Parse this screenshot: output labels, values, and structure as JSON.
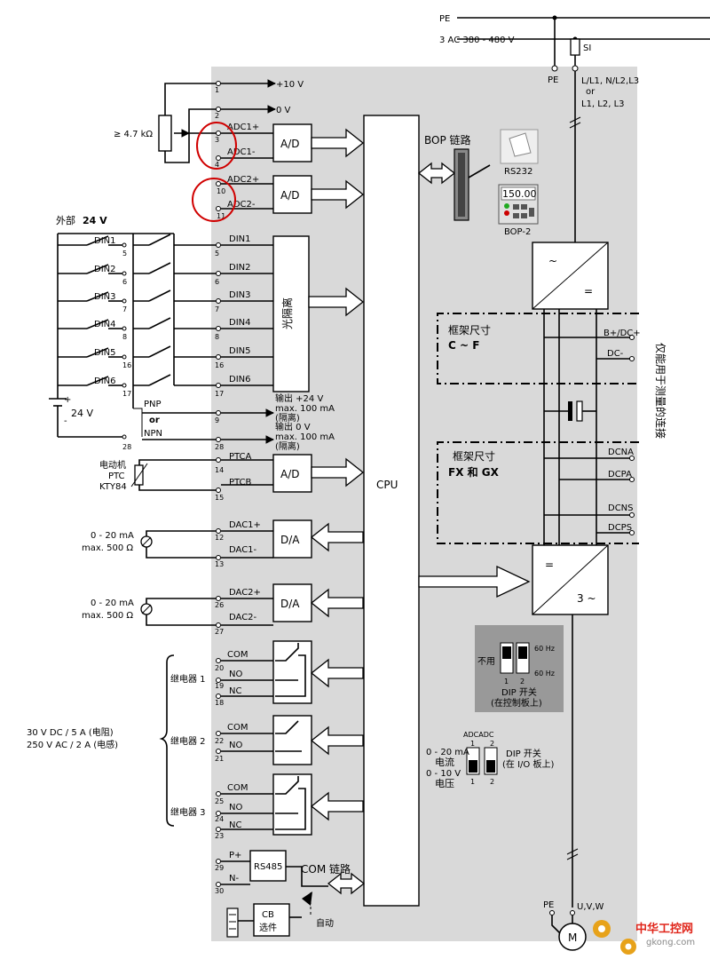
{
  "mains": {
    "pe": "PE",
    "supply": "3 AC 380 - 480 V",
    "fuse": "SI",
    "pe_terminal": "PE",
    "l1": "L/L1, N/L2,L3",
    "l2": "or",
    "l3": "L1, L2, L3"
  },
  "potentiometer": {
    "label": "≥ 4.7 kΩ"
  },
  "terminals": {
    "p10v": "+10 V",
    "zero_v": "0 V",
    "t1": "1",
    "t2": "2",
    "t3": "3",
    "t4": "4",
    "t10": "10",
    "t11": "11",
    "t5": "5",
    "t6": "6",
    "t7": "7",
    "t8": "8",
    "t16": "16",
    "t17": "17",
    "t9": "9",
    "t28": "28",
    "t14": "14",
    "t15": "15",
    "t12": "12",
    "t13": "13",
    "t26": "26",
    "t27": "27",
    "t20": "20",
    "t19": "19",
    "t18": "18",
    "t22": "22",
    "t21": "21",
    "t25": "25",
    "t24": "24",
    "t23": "23",
    "t29": "29",
    "t30": "30"
  },
  "adc": {
    "adc1p": "ADC1+",
    "adc1m": "ADC1-",
    "adc2p": "ADC2+",
    "adc2m": "ADC2-",
    "ad": "A/D"
  },
  "ext24": {
    "label": "外部",
    "bold": "24 V",
    "battery": "24 V"
  },
  "din": {
    "d1": "DIN1",
    "d2": "DIN2",
    "d3": "DIN3",
    "d4": "DIN4",
    "d5": "DIN5",
    "d6": "DIN6",
    "opto": "光隔离"
  },
  "pnp": {
    "pnp": "PNP",
    "or": "or",
    "npn": "NPN"
  },
  "outputs": {
    "o24a": "输出 +24 V",
    "o24b": "max. 100 mA",
    "o24c": "(隔离)",
    "o0a": "输出 0 V",
    "o0b": "max. 100 mA",
    "o0c": "(隔离)"
  },
  "motor_ptc": {
    "a": "电动机",
    "b": "PTC",
    "c": "KTY84",
    "ptca": "PTCA",
    "ptcb": "PTCB"
  },
  "dac": {
    "d1p": "DAC1+",
    "d1m": "DAC1-",
    "d2p": "DAC2+",
    "d2m": "DAC2-",
    "da": "D/A",
    "ma1": "0 - 20 mA",
    "ohm1": "max. 500 Ω",
    "ma2": "0 - 20 mA",
    "ohm2": "max. 500 Ω"
  },
  "relays": {
    "com": "COM",
    "no": "NO",
    "nc": "NC",
    "r1": "继电器 1",
    "r2": "继电器 2",
    "r3": "继电器 3",
    "rating1": "30 V DC / 5 A (电阻)",
    "rating2": "250 V AC / 2 A (电感)"
  },
  "rs485": {
    "pplus": "P+",
    "nminus": "N-",
    "label": "RS485",
    "com_link": "COM  链路"
  },
  "cb": {
    "line1": "CB",
    "line2": "选件",
    "auto": "自动"
  },
  "cpu": {
    "label": "CPU"
  },
  "bop": {
    "link": "BOP  链路",
    "rs232": "RS232",
    "display": "150.00",
    "name": "BOP-2"
  },
  "frame": {
    "cf_a": "框架尺寸",
    "cf_b": "C ~ F",
    "fx_a": "框架尺寸",
    "fx_b": "FX 和 GX",
    "bplus": "B+/DC+",
    "dcminus": "DC-",
    "dcna": "DCNA",
    "dcpa": "DCPA",
    "dcns": "DCNS",
    "dcps": "DCPS",
    "side": "仅能用于测量的连接"
  },
  "rectifier": {
    "ac": "~",
    "dc": "="
  },
  "inverter": {
    "dc": "=",
    "ac": "3 ~"
  },
  "dip1": {
    "unused": "不用",
    "hz60": "60 Hz",
    "hz50": "60 Hz",
    "n1": "1",
    "n2": "2",
    "title1": "DIP 开关",
    "title2": "(在控制板上)"
  },
  "dip2": {
    "adc": "ADCADC",
    "n1h": "1",
    "n2h": "2",
    "ma": "0 - 20 mA",
    "cur": "电流",
    "v": "0 - 10 V",
    "volt": "电压",
    "n1": "1",
    "n2": "2",
    "title1": "DIP 开关",
    "title2": "(在 I/O 板上)"
  },
  "motor": {
    "pe": "PE",
    "uvw": "U,V,W",
    "m": "M"
  },
  "watermark": {
    "cn": "中华工控网",
    "url": "gkong.com"
  }
}
